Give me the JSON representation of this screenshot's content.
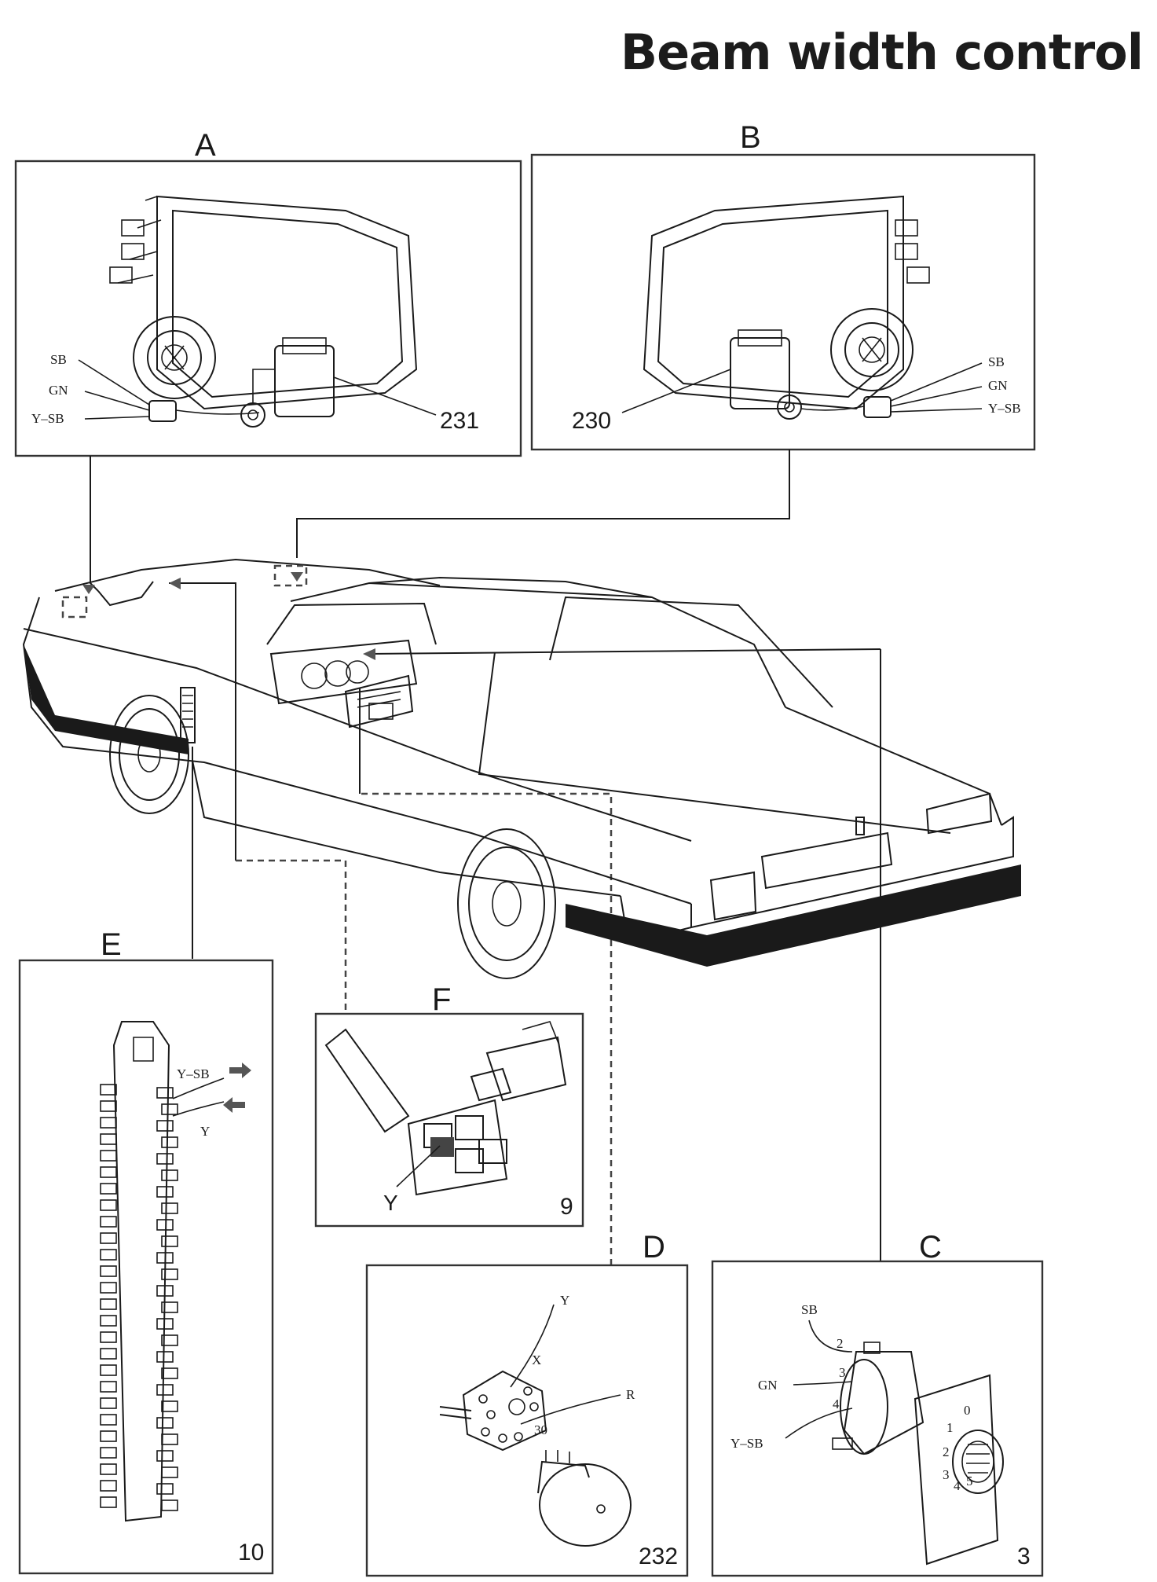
{
  "title": "Beam width control",
  "panels": {
    "A": {
      "letter": "A",
      "part_no": "231",
      "wires": [
        "SB",
        "GN",
        "Y–SB"
      ]
    },
    "B": {
      "letter": "B",
      "part_no": "230",
      "wires": [
        "SB",
        "GN",
        "Y–SB"
      ]
    },
    "C": {
      "letter": "C",
      "part_no": "3",
      "wires": [
        "SB",
        "GN",
        "Y–SB"
      ],
      "terminals": [
        "2",
        "3",
        "4"
      ],
      "dial": [
        "0",
        "1",
        "2",
        "3",
        "4",
        "5"
      ]
    },
    "D": {
      "letter": "D",
      "part_no": "232",
      "labels": [
        "Y",
        "X",
        "R",
        "30"
      ]
    },
    "E": {
      "letter": "E",
      "part_no": "10",
      "wires": [
        "Y–SB",
        "Y"
      ]
    },
    "F": {
      "letter": "F",
      "part_no": "9",
      "wires": [
        "Y"
      ]
    }
  },
  "colors": {
    "ink": "#1a1a1a",
    "frame": "#333333",
    "background": "#ffffff"
  }
}
